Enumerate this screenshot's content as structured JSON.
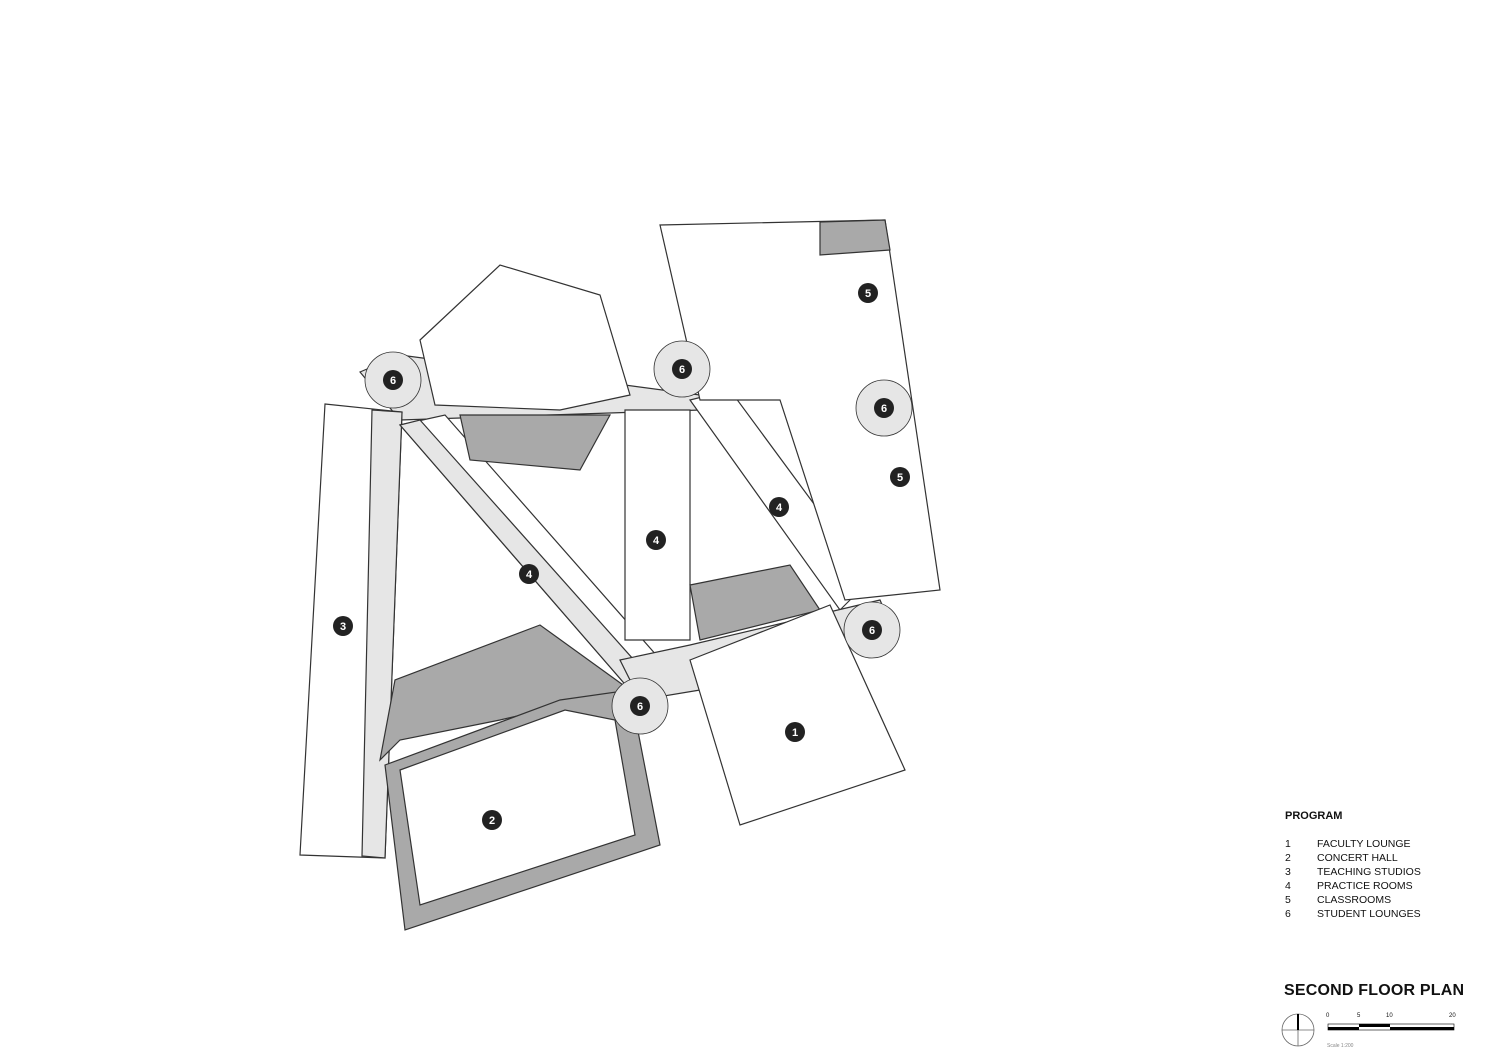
{
  "title": "SECOND FLOOR PLAN",
  "legend": {
    "title": "PROGRAM",
    "items": [
      {
        "num": "1",
        "label": "FACULTY LOUNGE"
      },
      {
        "num": "2",
        "label": "CONCERT HALL"
      },
      {
        "num": "3",
        "label": "TEACHING STUDIOS"
      },
      {
        "num": "4",
        "label": "PRACTICE ROOMS"
      },
      {
        "num": "5",
        "label": "CLASSROOMS"
      },
      {
        "num": "6",
        "label": "STUDENT LOUNGES"
      }
    ]
  },
  "scale": {
    "ticks": [
      "0",
      "5",
      "10",
      "20"
    ],
    "caption": "Scale 1:200"
  },
  "markers": [
    "5",
    "5",
    "6",
    "6",
    "6",
    "6",
    "6",
    "4",
    "4",
    "4",
    "3",
    "2",
    "1"
  ],
  "colors": {
    "corridor": "#e6e6e6",
    "service": "#a9a9a9",
    "room": "#ffffff",
    "marker": "#222222",
    "wall": "#333333"
  }
}
